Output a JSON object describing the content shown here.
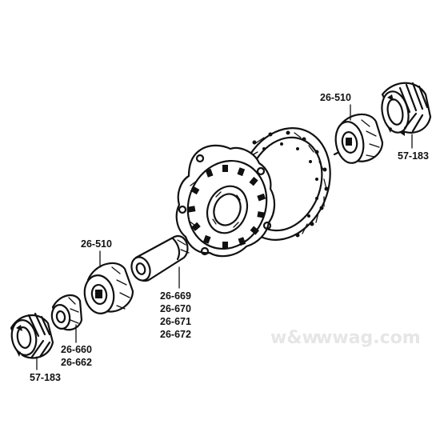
{
  "labels": {
    "bearing_upper": "26-510",
    "cage_upper": "57-183",
    "bearing_lower": "26-510",
    "spacer_1": "26-669",
    "spacer_2": "26-670",
    "spacer_3": "26-671",
    "spacer_4": "26-672",
    "race_1": "26-660",
    "race_2": "26-662",
    "cage_lower": "57-183"
  },
  "watermark": {
    "brand": "w&w",
    "site": "wwag.com"
  },
  "colors": {
    "ink": "#111111",
    "paper": "#ffffff",
    "watermark": "#e6e6e6"
  }
}
